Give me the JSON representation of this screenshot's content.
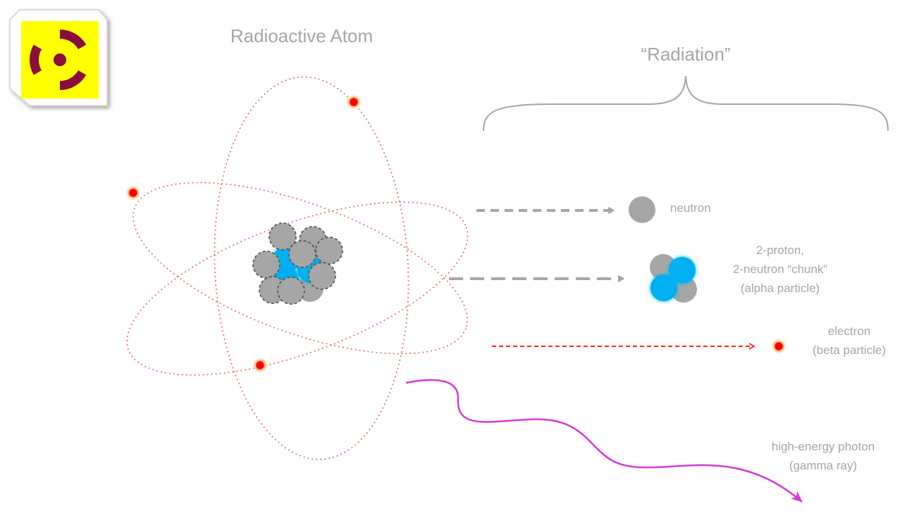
{
  "titles": {
    "atom": "Radioactive Atom",
    "radiation": "“Radiation”"
  },
  "labels": {
    "neutron": "neutron",
    "alpha_line1": "2-proton,",
    "alpha_line2": "2-neutron “chunk”",
    "alpha_line3": "(alpha particle)",
    "beta_line1": "electron",
    "beta_line2": "(beta particle)",
    "gamma_line1": "high-energy photon",
    "gamma_line2": "(gamma ray)"
  },
  "icons": {
    "badge": "radiation-trefoil-icon"
  },
  "colors": {
    "neutron": "#a6a6a6",
    "proton": "#00b0f0",
    "electron": "#ff0000",
    "orbit": "#e07a6a",
    "photon": "#d63ad6",
    "badge_bg": "#ffff00",
    "trefoil": "#8b0a3c",
    "text": "#a6a6a6"
  }
}
